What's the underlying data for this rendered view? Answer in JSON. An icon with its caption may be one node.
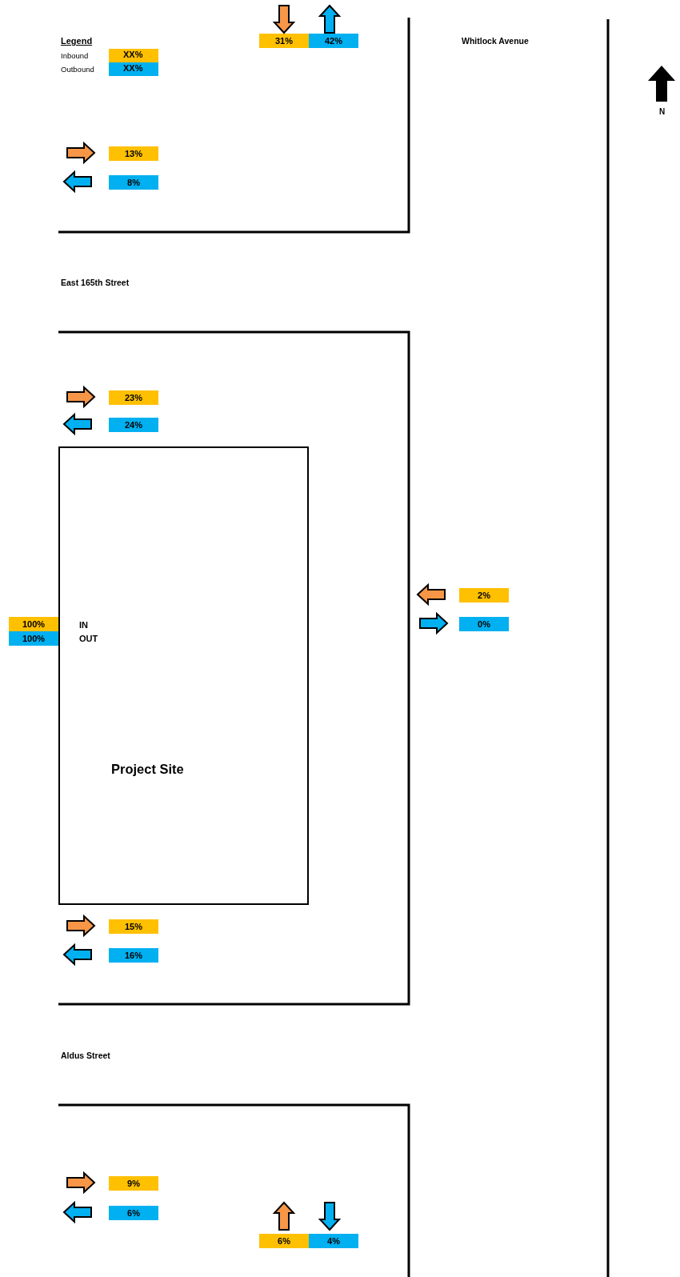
{
  "diagram": {
    "nodes": [
      {
        "text": [
          "31%"
        ]
      },
      {
        "text": [
          "42%"
        ]
      },
      {
        "text": [
          "13%"
        ]
      },
      {
        "text": [
          "8%"
        ]
      },
      {
        "text": [
          "23%"
        ]
      },
      {
        "text": [
          "24%"
        ]
      },
      {
        "text": [
          "2%"
        ]
      },
      {
        "text": [
          "0%"
        ]
      },
      {
        "text": [
          "100%"
        ]
      },
      {
        "text": [
          "100%"
        ]
      },
      {
        "text": [
          "IN",
          "OUT",
          "Project Site"
        ]
      },
      {
        "text": [
          "15%"
        ]
      },
      {
        "text": [
          "16%"
        ]
      },
      {
        "text": [
          "9%"
        ]
      },
      {
        "text": [
          "6%"
        ]
      },
      {
        "text": [
          "6%"
        ]
      },
      {
        "text": [
          "4%"
        ]
      }
    ],
    "labels": [
      "Legend",
      "XX%",
      "XX%",
      "Whitlock Avenue",
      "N",
      "East 165th Street",
      "Aldus Street"
    ],
    "legend": [
      {
        "text": "Inbound",
        "color": "#ffc000"
      },
      {
        "text": "Outbound",
        "color": "#00b0f0"
      }
    ]
  }
}
